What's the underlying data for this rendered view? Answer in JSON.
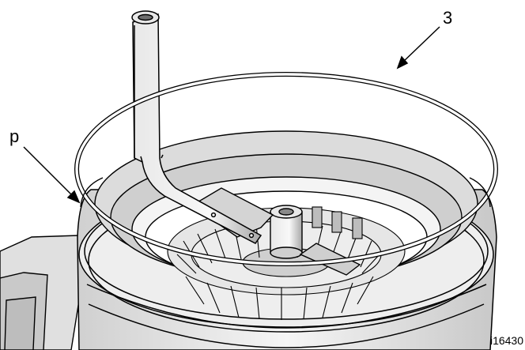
{
  "callouts": {
    "ring_label": "3",
    "pail_label": "p"
  },
  "figure_id": "i16430",
  "colors": {
    "line": "#000000",
    "light_fill": "#f2f2f2",
    "mid_fill": "#d9d9d9",
    "dark_fill": "#9a9a9a"
  }
}
